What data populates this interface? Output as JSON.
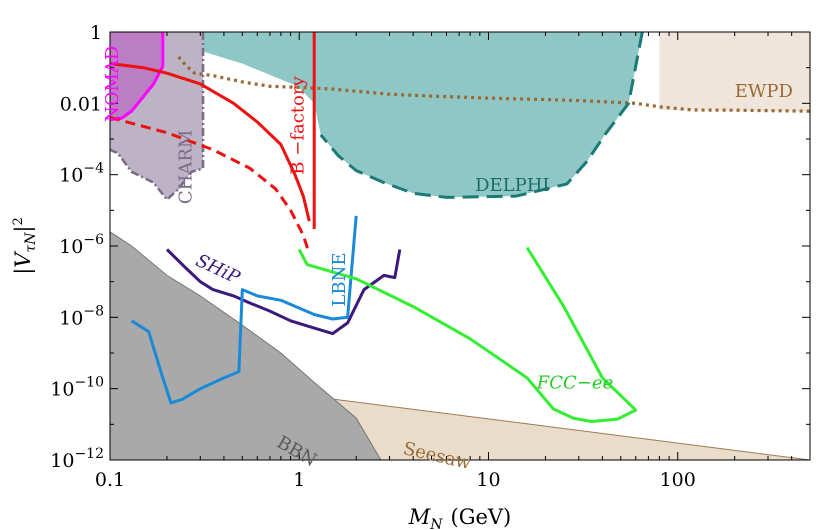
{
  "chart_data": {
    "type": "line",
    "title": "",
    "xlabel": {
      "main": "M",
      "sub": "N",
      "unit": "(GeV)"
    },
    "ylabel": {
      "main": "|V",
      "sub": "τN",
      "close": "|",
      "sup": "2"
    },
    "x_scale": "log",
    "y_scale": "log",
    "xlim": [
      0.1,
      500
    ],
    "ylim": [
      1e-12,
      1
    ],
    "x_ticks": [
      {
        "value": 0.1,
        "label": "0.1"
      },
      {
        "value": 1,
        "label": "1"
      },
      {
        "value": 10,
        "label": "10"
      },
      {
        "value": 100,
        "label": "100"
      }
    ],
    "y_ticks": [
      {
        "value": 1,
        "label": "1"
      },
      {
        "value": 0.01,
        "label": "0.01"
      },
      {
        "value": 0.0001,
        "label": "10",
        "exp": "−4"
      },
      {
        "value": 1e-06,
        "label": "10",
        "exp": "−6"
      },
      {
        "value": 1e-08,
        "label": "10",
        "exp": "−8"
      },
      {
        "value": 1e-10,
        "label": "10",
        "exp": "−10"
      },
      {
        "value": 1e-12,
        "label": "10",
        "exp": "−12"
      }
    ],
    "regions": [
      {
        "name": "Seesaw",
        "fill": "#e9dccb",
        "stroke": "#a07a52",
        "points": [
          [
            0.1,
            3.2e-10
          ],
          [
            500,
            1e-12
          ],
          [
            0.1,
            1e-12
          ]
        ]
      },
      {
        "name": "BBN",
        "fill": "#a9a9a9",
        "stroke": "#777777",
        "points": [
          [
            0.1,
            2.5e-06
          ],
          [
            0.13,
            1e-06
          ],
          [
            0.2,
            1.5e-07
          ],
          [
            0.3,
            4e-08
          ],
          [
            0.5,
            6e-09
          ],
          [
            0.8,
            1e-09
          ],
          [
            1.2,
            1.5e-10
          ],
          [
            2,
            1.5e-11
          ],
          [
            2.7,
            1e-12
          ],
          [
            0.1,
            1e-12
          ]
        ]
      },
      {
        "name": "EWPD",
        "fill": "#efe5db",
        "stroke": "none",
        "points": [
          [
            80,
            1
          ],
          [
            500,
            1
          ],
          [
            500,
            0.006
          ],
          [
            260,
            0.006
          ],
          [
            120,
            0.0065
          ],
          [
            80,
            0.0065
          ]
        ]
      },
      {
        "name": "DELPHI",
        "fill": "#8fc6c6",
        "stroke": "none",
        "points": [
          [
            0.25,
            1
          ],
          [
            65,
            1
          ],
          [
            55,
            0.01
          ],
          [
            42,
            0.0015
          ],
          [
            33,
            0.00023
          ],
          [
            26,
            5.5e-05
          ],
          [
            14,
            2.5e-05
          ],
          [
            6,
            2.3e-05
          ],
          [
            4,
            3e-05
          ],
          [
            2.8,
            6e-05
          ],
          [
            2,
            0.00013
          ],
          [
            1.6,
            0.00035
          ],
          [
            1.3,
            0.0013
          ],
          [
            1.2,
            0.01
          ],
          [
            0.98,
            0.03
          ],
          [
            0.5,
            0.13
          ],
          [
            0.3,
            0.3
          ]
        ]
      },
      {
        "name": "CHARM",
        "fill": "#bcb4c4",
        "stroke": "none",
        "points": [
          [
            0.1,
            1
          ],
          [
            0.31,
            1
          ],
          [
            0.31,
            0.00015
          ],
          [
            0.27,
            0.00012
          ],
          [
            0.23,
            4e-05
          ],
          [
            0.2,
            2e-05
          ],
          [
            0.17,
            6e-05
          ],
          [
            0.13,
            0.00012
          ],
          [
            0.11,
            0.0004
          ],
          [
            0.1,
            0.0005
          ]
        ]
      },
      {
        "name": "NOMAD",
        "fill": "#bb7ec4",
        "stroke": "none",
        "points": [
          [
            0.1,
            1
          ],
          [
            0.19,
            1
          ],
          [
            0.19,
            0.11
          ],
          [
            0.17,
            0.035
          ],
          [
            0.13,
            0.006
          ],
          [
            0.115,
            0.0038
          ],
          [
            0.1,
            0.0035
          ]
        ]
      }
    ],
    "series": [
      {
        "name": "EWPD",
        "color": "#9a6a35",
        "dash": "3,4",
        "width": 3.2,
        "points": [
          [
            0.23,
            0.2
          ],
          [
            0.25,
            0.12
          ],
          [
            0.28,
            0.07
          ],
          [
            0.35,
            0.06
          ],
          [
            0.5,
            0.04
          ],
          [
            0.7,
            0.03
          ],
          [
            1,
            0.028
          ],
          [
            1.5,
            0.025
          ],
          [
            3,
            0.018
          ],
          [
            5,
            0.016
          ],
          [
            10,
            0.014
          ],
          [
            30,
            0.012
          ],
          [
            60,
            0.01
          ],
          [
            80,
            0.008
          ],
          [
            120,
            0.0065
          ],
          [
            200,
            0.0064
          ],
          [
            500,
            0.006
          ]
        ]
      },
      {
        "name": "DELPHI",
        "color": "#1a7a78",
        "dash": "16,8",
        "width": 3,
        "points": [
          [
            65,
            1
          ],
          [
            55,
            0.01
          ],
          [
            42,
            0.0015
          ],
          [
            33,
            0.00023
          ],
          [
            26,
            5.5e-05
          ],
          [
            14,
            2.5e-05
          ],
          [
            6,
            2.3e-05
          ],
          [
            4,
            3e-05
          ],
          [
            2.8,
            6e-05
          ],
          [
            2,
            0.00013
          ],
          [
            1.6,
            0.00035
          ],
          [
            1.3,
            0.0013
          ]
        ]
      },
      {
        "name": "CHARM",
        "color": "#7e6b8a",
        "dash": "8,3,2,3",
        "width": 2.6,
        "points": [
          [
            0.31,
            1
          ],
          [
            0.31,
            0.00015
          ],
          [
            0.27,
            0.00012
          ],
          [
            0.23,
            4e-05
          ],
          [
            0.2,
            2e-05
          ],
          [
            0.17,
            6e-05
          ],
          [
            0.13,
            0.00012
          ],
          [
            0.11,
            0.0004
          ],
          [
            0.1,
            0.0005
          ]
        ]
      },
      {
        "name": "NOMAD",
        "color": "#ff00ff",
        "dash": "",
        "width": 3,
        "points": [
          [
            0.19,
            1
          ],
          [
            0.19,
            0.11
          ],
          [
            0.17,
            0.035
          ],
          [
            0.13,
            0.006
          ],
          [
            0.115,
            0.0038
          ],
          [
            0.1,
            0.0035
          ]
        ]
      },
      {
        "name": "B-factory",
        "color": "#ee1111",
        "dash": "",
        "width": 3,
        "points": [
          [
            0.1,
            0.13
          ],
          [
            0.15,
            0.1
          ],
          [
            0.2,
            0.07
          ],
          [
            0.3,
            0.035
          ],
          [
            0.45,
            0.01
          ],
          [
            0.6,
            0.003
          ],
          [
            0.8,
            0.0007
          ],
          [
            0.95,
            0.0001
          ],
          [
            1.05,
            2.5e-05
          ],
          [
            1.13,
            5e-06
          ]
        ]
      },
      {
        "name": "B-factory-projection",
        "color": "#ee1111",
        "dash": "10,6",
        "width": 3,
        "points": [
          [
            0.1,
            0.004
          ],
          [
            0.2,
            0.0015
          ],
          [
            0.35,
            0.0005
          ],
          [
            0.55,
            0.00015
          ],
          [
            0.75,
            4e-05
          ],
          [
            0.9,
            1e-05
          ],
          [
            1.05,
            2e-06
          ],
          [
            1.13,
            6e-07
          ]
        ]
      },
      {
        "name": "B-factory-vertical",
        "color": "#ee1111",
        "dash": "",
        "width": 3,
        "points": [
          [
            1.2,
            1
          ],
          [
            1.2,
            3e-06
          ]
        ]
      },
      {
        "name": "SHiP",
        "color": "#3b1a7c",
        "dash": "",
        "width": 3,
        "points": [
          [
            0.2,
            8e-07
          ],
          [
            0.25,
            2.5e-07
          ],
          [
            0.3,
            1e-07
          ],
          [
            0.35,
            6e-08
          ],
          [
            0.45,
            4e-08
          ],
          [
            0.55,
            2.5e-08
          ],
          [
            0.7,
            1.5e-08
          ],
          [
            0.9,
            8e-09
          ],
          [
            1.2,
            5e-09
          ],
          [
            1.5,
            3.5e-09
          ],
          [
            1.8,
            7e-09
          ],
          [
            2.2,
            6e-08
          ],
          [
            2.8,
            1.5e-07
          ],
          [
            3.2,
            1.3e-07
          ],
          [
            3.4,
            8e-07
          ]
        ]
      },
      {
        "name": "LBNE",
        "color": "#1a8ad8",
        "dash": "",
        "width": 3,
        "points": [
          [
            0.13,
            8e-09
          ],
          [
            0.16,
            4e-09
          ],
          [
            0.19,
            2e-10
          ],
          [
            0.21,
            4e-11
          ],
          [
            0.24,
            5e-11
          ],
          [
            0.3,
            1e-10
          ],
          [
            0.4,
            2e-10
          ],
          [
            0.48,
            3e-10
          ],
          [
            0.5,
            6e-08
          ],
          [
            0.6,
            4e-08
          ],
          [
            0.8,
            3e-08
          ],
          [
            1.2,
            1.2e-08
          ],
          [
            1.5,
            9e-09
          ],
          [
            1.8,
            1e-08
          ],
          [
            2,
            7e-06
          ]
        ]
      },
      {
        "name": "FCC-ee",
        "color": "#33ee33",
        "dash": "",
        "width": 3,
        "points": [
          [
            1,
            8e-07
          ],
          [
            1.1,
            3e-07
          ],
          [
            2,
            1.2e-07
          ],
          [
            4,
            2e-08
          ],
          [
            8,
            2.5e-09
          ],
          [
            16,
            2e-10
          ],
          [
            22,
            2.7e-11
          ],
          [
            28,
            1.5e-11
          ],
          [
            35,
            1.2e-11
          ],
          [
            48,
            1.4e-11
          ],
          [
            60,
            2.5e-11
          ],
          [
            40,
            2e-10
          ],
          [
            25,
            2e-08
          ],
          [
            16,
            9e-07
          ]
        ]
      }
    ],
    "labels": [
      {
        "text": "NOMAD",
        "x": 0.11,
        "y": 0.003,
        "color": "#ff00ff",
        "rotate": -90
      },
      {
        "text": "CHARM",
        "x": 0.27,
        "y": 1.5e-05,
        "color": "#7e6b8a",
        "rotate": -90
      },
      {
        "text": "B-factory",
        "x": 1.05,
        "y": 0.0001,
        "color": "#ee1111",
        "rotate": -90,
        "display": "B −factory"
      },
      {
        "text": "EWPD",
        "x": 200,
        "y": 0.015,
        "color": "#9a6a35",
        "rotate": 0
      },
      {
        "text": "DELPHI",
        "x": 8.5,
        "y": 3.5e-05,
        "color": "#1a6c6a",
        "rotate": 0
      },
      {
        "text": "LBNE",
        "x": 1.75,
        "y": 2e-08,
        "color": "#1a8ad8",
        "rotate": -90
      },
      {
        "text": "SHiP",
        "x": 0.28,
        "y": 3e-07,
        "color": "#3b1a7c",
        "rotate": 25
      },
      {
        "text": "FCC−ee",
        "x": 18,
        "y": 1e-10,
        "color": "#22cc22",
        "rotate": 0
      },
      {
        "text": "BBN",
        "x": 0.75,
        "y": 2.5e-12,
        "color": "#5a5a5a",
        "rotate": 30
      },
      {
        "text": "Seesaw",
        "x": 3.5,
        "y": 1.5e-12,
        "color": "#9a6a35",
        "rotate": 13
      }
    ]
  }
}
